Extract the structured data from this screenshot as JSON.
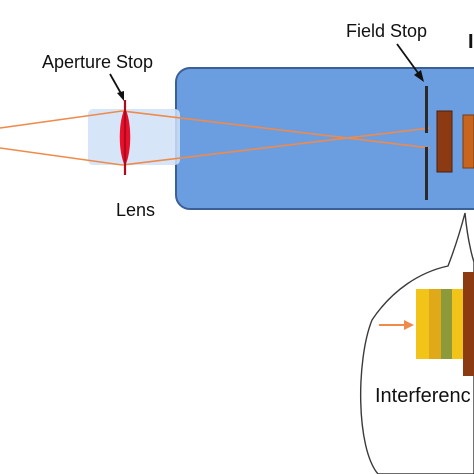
{
  "labels": {
    "aperture_stop": "Aperture Stop",
    "field_stop": "Field Stop",
    "lens": "Lens",
    "interference": "Interferenc",
    "cut_off_right": "I"
  },
  "colors": {
    "housing_fill": "#6a9ee0",
    "housing_stroke": "#3c5f96",
    "lens_halo": "#cfe0f7",
    "ray": "#f08a4b",
    "lens_red": "#e8102a",
    "filter_brown": "#8b3a12",
    "filter_orange": "#c7651f",
    "filter_yellow": "#f2c318",
    "filter_gold": "#e0a91a",
    "filter_olive": "#8c9a3a",
    "stop_dark": "#2a2a2a"
  }
}
